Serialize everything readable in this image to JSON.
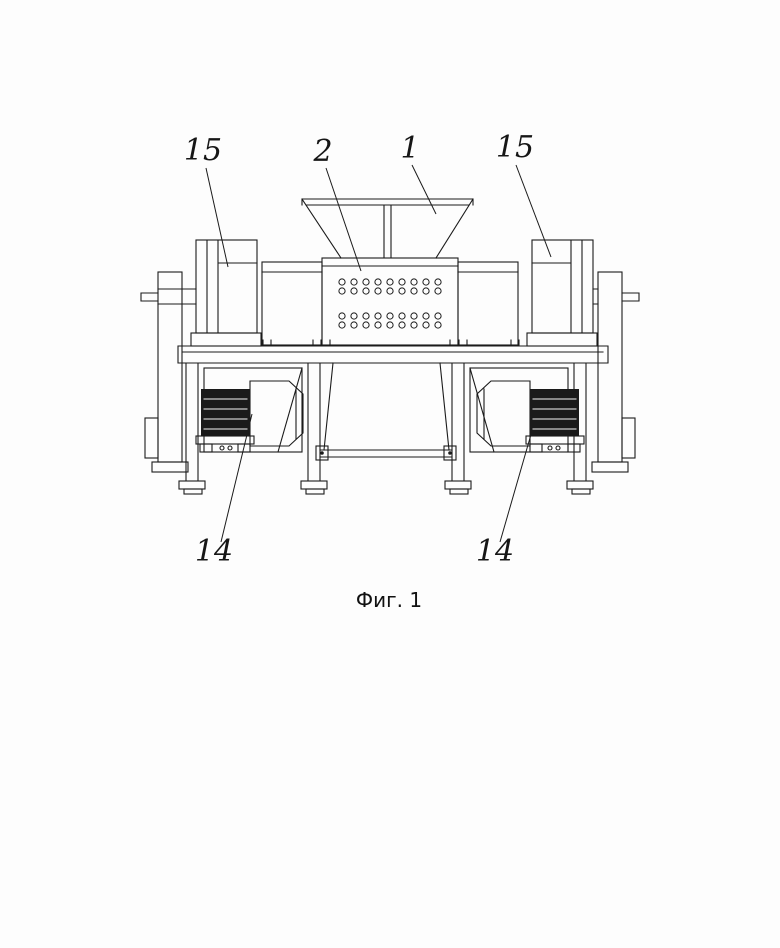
{
  "figure": {
    "caption": "Фиг. 1",
    "labels": [
      "15",
      "2",
      "1",
      "15",
      "14",
      "14"
    ]
  },
  "colors": {
    "ink": "#1b1b1b",
    "paper": "#fdfdfd"
  }
}
